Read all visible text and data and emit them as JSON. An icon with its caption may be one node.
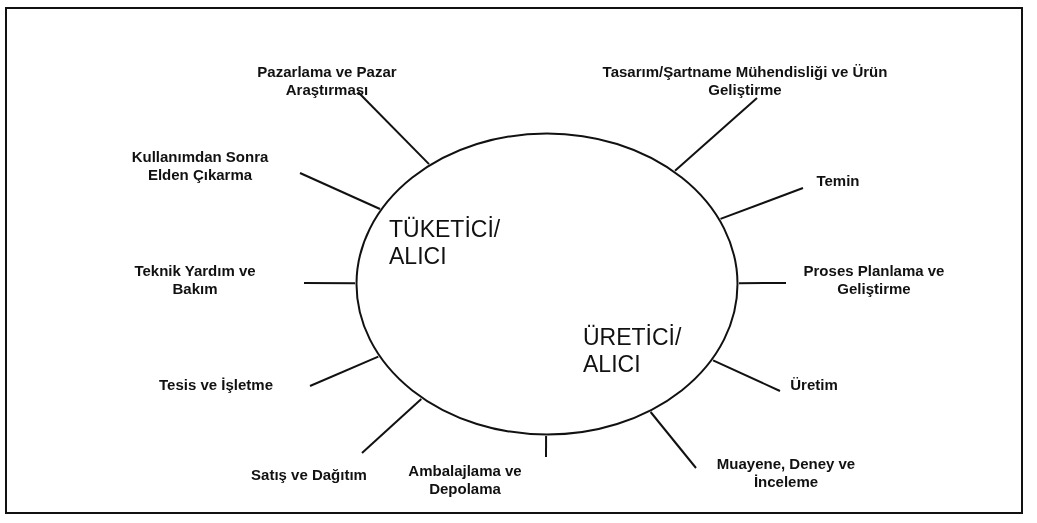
{
  "diagram": {
    "nodes": [
      {
        "text": [
          "TÜKETİCİ/ ALICI",
          "ÜRETİCİ/ ALICI"
        ]
      },
      {
        "text": [
          "Pazarlama ve Pazar Araştırması"
        ]
      },
      {
        "text": [
          "Tasarım/Şartname Mühendisliği ve Ürün Geliştirme"
        ]
      },
      {
        "text": [
          "Kullanımdan Sonra Elden Çıkarma"
        ]
      },
      {
        "text": [
          "Temin"
        ]
      },
      {
        "text": [
          "Teknik Yardım ve Bakım"
        ]
      },
      {
        "text": [
          "Proses Planlama ve Geliştirme"
        ]
      },
      {
        "text": [
          "Tesis ve İşletme"
        ]
      },
      {
        "text": [
          "Üretim"
        ]
      },
      {
        "text": [
          "Satış ve Dağıtım"
        ]
      },
      {
        "text": [
          "Ambalajlama ve Depolama"
        ]
      },
      {
        "text": [
          "Muayene, Deney ve İnceleme"
        ]
      }
    ],
    "edges": [
      {
        "from": 1,
        "to": 0,
        "arrow": "none"
      },
      {
        "from": 2,
        "to": 0,
        "arrow": "none"
      },
      {
        "from": 3,
        "to": 0,
        "arrow": "none"
      },
      {
        "from": 4,
        "to": 0,
        "arrow": "none"
      },
      {
        "from": 5,
        "to": 0,
        "arrow": "none"
      },
      {
        "from": 6,
        "to": 0,
        "arrow": "none"
      },
      {
        "from": 7,
        "to": 0,
        "arrow": "none"
      },
      {
        "from": 8,
        "to": 0,
        "arrow": "none"
      },
      {
        "from": 9,
        "to": 0,
        "arrow": "none"
      },
      {
        "from": 10,
        "to": 0,
        "arrow": "none"
      },
      {
        "from": 11,
        "to": 0,
        "arrow": "none"
      }
    ]
  }
}
